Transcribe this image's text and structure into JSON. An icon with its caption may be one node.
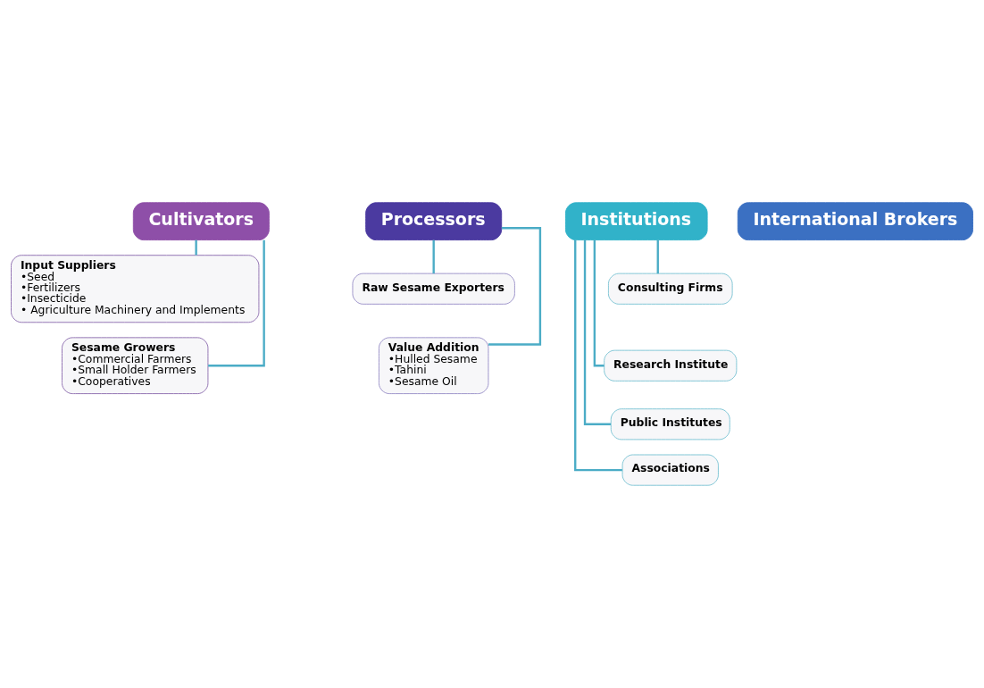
{
  "diagram": {
    "nodes": [
      {
        "text": [
          "Cultivators"
        ]
      },
      {
        "text": [
          "Input Suppliers",
          "•Seed",
          "•Fertilizers",
          "•Insecticide",
          "• Agriculture Machinery and Implements"
        ]
      },
      {
        "text": [
          "Sesame Growers",
          "•Commercial Farmers",
          "•Small Holder Farmers",
          "•Cooperatives"
        ]
      },
      {
        "text": [
          "Processors"
        ]
      },
      {
        "text": [
          "Raw Sesame Exporters"
        ]
      },
      {
        "text": [
          "Value Addition",
          "•Hulled Sesame",
          "•Tahini",
          "•Sesame Oil"
        ]
      },
      {
        "text": [
          "Institutions"
        ]
      },
      {
        "text": [
          "Consulting Firms"
        ]
      },
      {
        "text": [
          "Research Institute"
        ]
      },
      {
        "text": [
          "Public Institutes"
        ]
      },
      {
        "text": [
          "Associations"
        ]
      },
      {
        "text": [
          "International Brokers"
        ]
      }
    ],
    "edges": [
      {
        "from": 0,
        "to": 1,
        "arrow": "none"
      },
      {
        "from": 0,
        "to": 2,
        "arrow": "none"
      },
      {
        "from": 3,
        "to": 4,
        "arrow": "none"
      },
      {
        "from": 3,
        "to": 5,
        "arrow": "none"
      },
      {
        "from": 6,
        "to": 7,
        "arrow": "none"
      },
      {
        "from": 6,
        "to": 8,
        "arrow": "none"
      },
      {
        "from": 6,
        "to": 9,
        "arrow": "none"
      },
      {
        "from": 6,
        "to": 10,
        "arrow": "none"
      }
    ]
  }
}
